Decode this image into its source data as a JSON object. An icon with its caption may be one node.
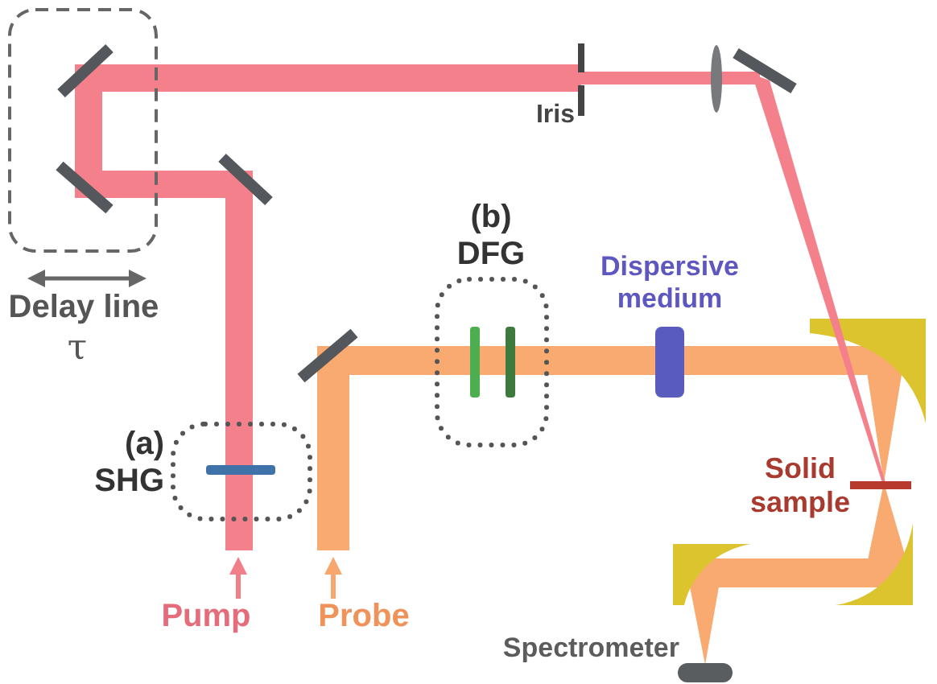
{
  "diagram": {
    "nodes": [
      {
        "text": [
          "Delay line",
          "τ"
        ]
      },
      {
        "text": [
          "(b) DFG"
        ]
      },
      {
        "text": [
          "(a) SHG"
        ]
      }
    ],
    "labels": [
      "Iris",
      "Dispersive medium",
      "Solid sample",
      "Pump",
      "Probe",
      "Spectrometer"
    ]
  }
}
